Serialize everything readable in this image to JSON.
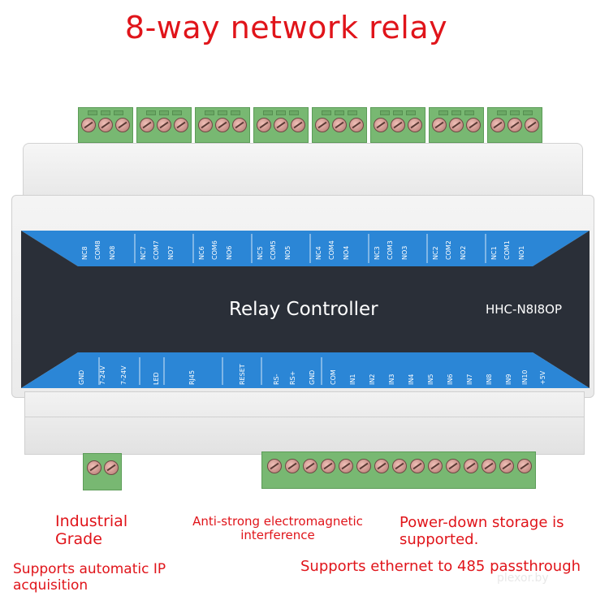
{
  "title": "8-way network relay",
  "device": {
    "panel_title": "Relay Controller",
    "model": "HHC-N8I8OP",
    "relay_labels": [
      [
        "NC8",
        "COM8",
        "NO8"
      ],
      [
        "NC7",
        "COM7",
        "NO7"
      ],
      [
        "NC6",
        "COM6",
        "NO6"
      ],
      [
        "NC5",
        "COM5",
        "NO5"
      ],
      [
        "NC4",
        "COM4",
        "NO4"
      ],
      [
        "NC3",
        "COM3",
        "NO3"
      ],
      [
        "NC2",
        "COM2",
        "NO2"
      ],
      [
        "NC1",
        "COM1",
        "NO1"
      ]
    ],
    "bottom_labels": [
      "GND",
      "7-24V",
      "7-24V",
      "LED",
      "RJ45",
      "RESET",
      "RS-",
      "RS+",
      "GND",
      "COM",
      "IN1",
      "IN2",
      "IN3",
      "IN4",
      "IN5",
      "IN6",
      "IN7",
      "IN8",
      "IN9",
      "IN10",
      "+5V"
    ],
    "colors": {
      "panel_blue": "#2b86d6",
      "panel_dark": "#2a2f38",
      "terminal_green": "#78b872"
    }
  },
  "features": {
    "industrial": "Industrial\nGrade",
    "anti_em": "Anti-strong electromagnetic\ninterference",
    "power_down": "Power-down storage is\nsupported.",
    "auto_ip": "Supports automatic IP\nacquisition",
    "ethernet": "Supports ethernet to 485 passthrough"
  },
  "watermark": "plexor.by"
}
